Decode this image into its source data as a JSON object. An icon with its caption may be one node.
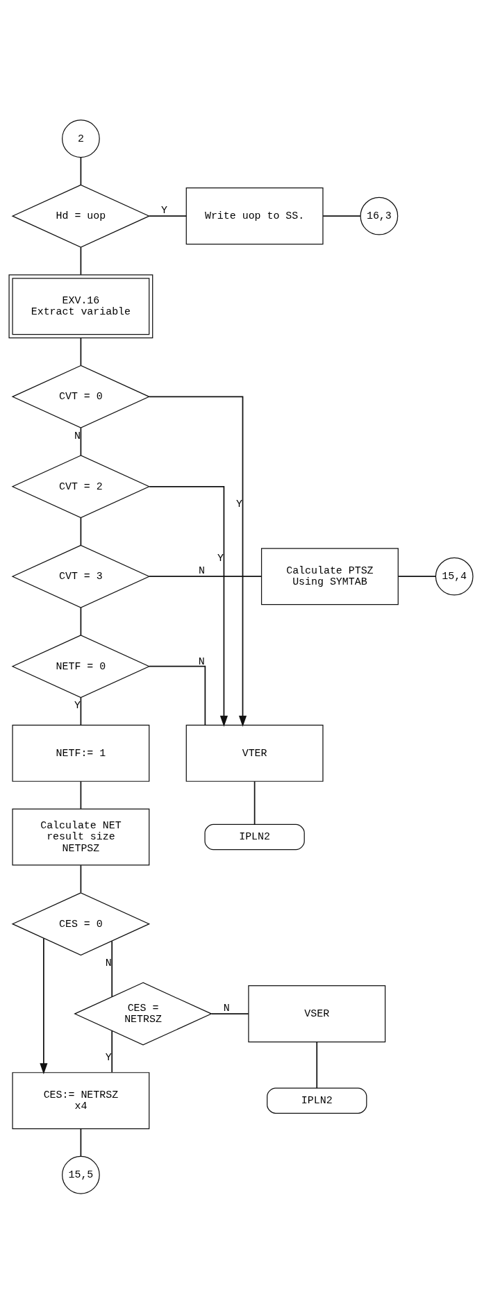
{
  "diagram": {
    "nodes": [
      {
        "text": [
          "2"
        ]
      },
      {
        "text": [
          "Hd = uop"
        ]
      },
      {
        "text": [
          "Write uop to SS."
        ]
      },
      {
        "text": [
          "16,3"
        ]
      },
      {
        "text": [
          "EXV.16",
          "Extract variable"
        ]
      },
      {
        "text": [
          "CVT = 0"
        ]
      },
      {
        "text": [
          "CVT = 2"
        ]
      },
      {
        "text": [
          "CVT = 3"
        ]
      },
      {
        "text": [
          "Calculate PTSZ Using SYMTAB"
        ]
      },
      {
        "text": [
          "15,4"
        ]
      },
      {
        "text": [
          "NETF = 0"
        ]
      },
      {
        "text": [
          "VTER"
        ]
      },
      {
        "text": [
          "IPLN2"
        ]
      },
      {
        "text": [
          "NETF:= 1"
        ]
      },
      {
        "text": [
          "Calculate NET result size NETPSZ"
        ]
      },
      {
        "text": [
          "CES = 0"
        ]
      },
      {
        "text": [
          "CES = NETRSZ"
        ]
      },
      {
        "text": [
          "VSER"
        ]
      },
      {
        "text": [
          "IPLN2"
        ]
      },
      {
        "text": [
          "CES:= NETRSZ x4"
        ]
      },
      {
        "text": [
          "15,5"
        ]
      }
    ],
    "edges": [
      {
        "from": 0,
        "to": 1,
        "arrow": "none"
      },
      {
        "from": 1,
        "to": 2,
        "arrow": "none",
        "label": "Y"
      },
      {
        "from": 2,
        "to": 3,
        "arrow": "none"
      },
      {
        "from": 1,
        "to": 4,
        "arrow": "none"
      },
      {
        "from": 4,
        "to": 5,
        "arrow": "none"
      },
      {
        "from": 5,
        "to": 11,
        "arrow": "to",
        "label": "Y"
      },
      {
        "from": 5,
        "to": 6,
        "arrow": "none",
        "label": "N"
      },
      {
        "from": 6,
        "to": 11,
        "arrow": "to",
        "label": "Y"
      },
      {
        "from": 6,
        "to": 7,
        "arrow": "none"
      },
      {
        "from": 7,
        "to": 8,
        "arrow": "none",
        "label": "N"
      },
      {
        "from": 8,
        "to": 9,
        "arrow": "none"
      },
      {
        "from": 7,
        "to": 10,
        "arrow": "none"
      },
      {
        "from": 10,
        "to": 11,
        "arrow": "none",
        "label": "N"
      },
      {
        "from": 11,
        "to": 12,
        "arrow": "none"
      },
      {
        "from": 10,
        "to": 13,
        "arrow": "none",
        "label": "Y"
      },
      {
        "from": 13,
        "to": 14,
        "arrow": "none"
      },
      {
        "from": 14,
        "to": 15,
        "arrow": "none"
      },
      {
        "from": 15,
        "to": 16,
        "arrow": "none",
        "label": "N"
      },
      {
        "from": 15,
        "to": 19,
        "arrow": "to"
      },
      {
        "from": 16,
        "to": 17,
        "arrow": "none",
        "label": "N"
      },
      {
        "from": 17,
        "to": 18,
        "arrow": "none"
      },
      {
        "from": 16,
        "to": 19,
        "arrow": "none",
        "label": "Y"
      },
      {
        "from": 19,
        "to": 20,
        "arrow": "none"
      }
    ]
  }
}
